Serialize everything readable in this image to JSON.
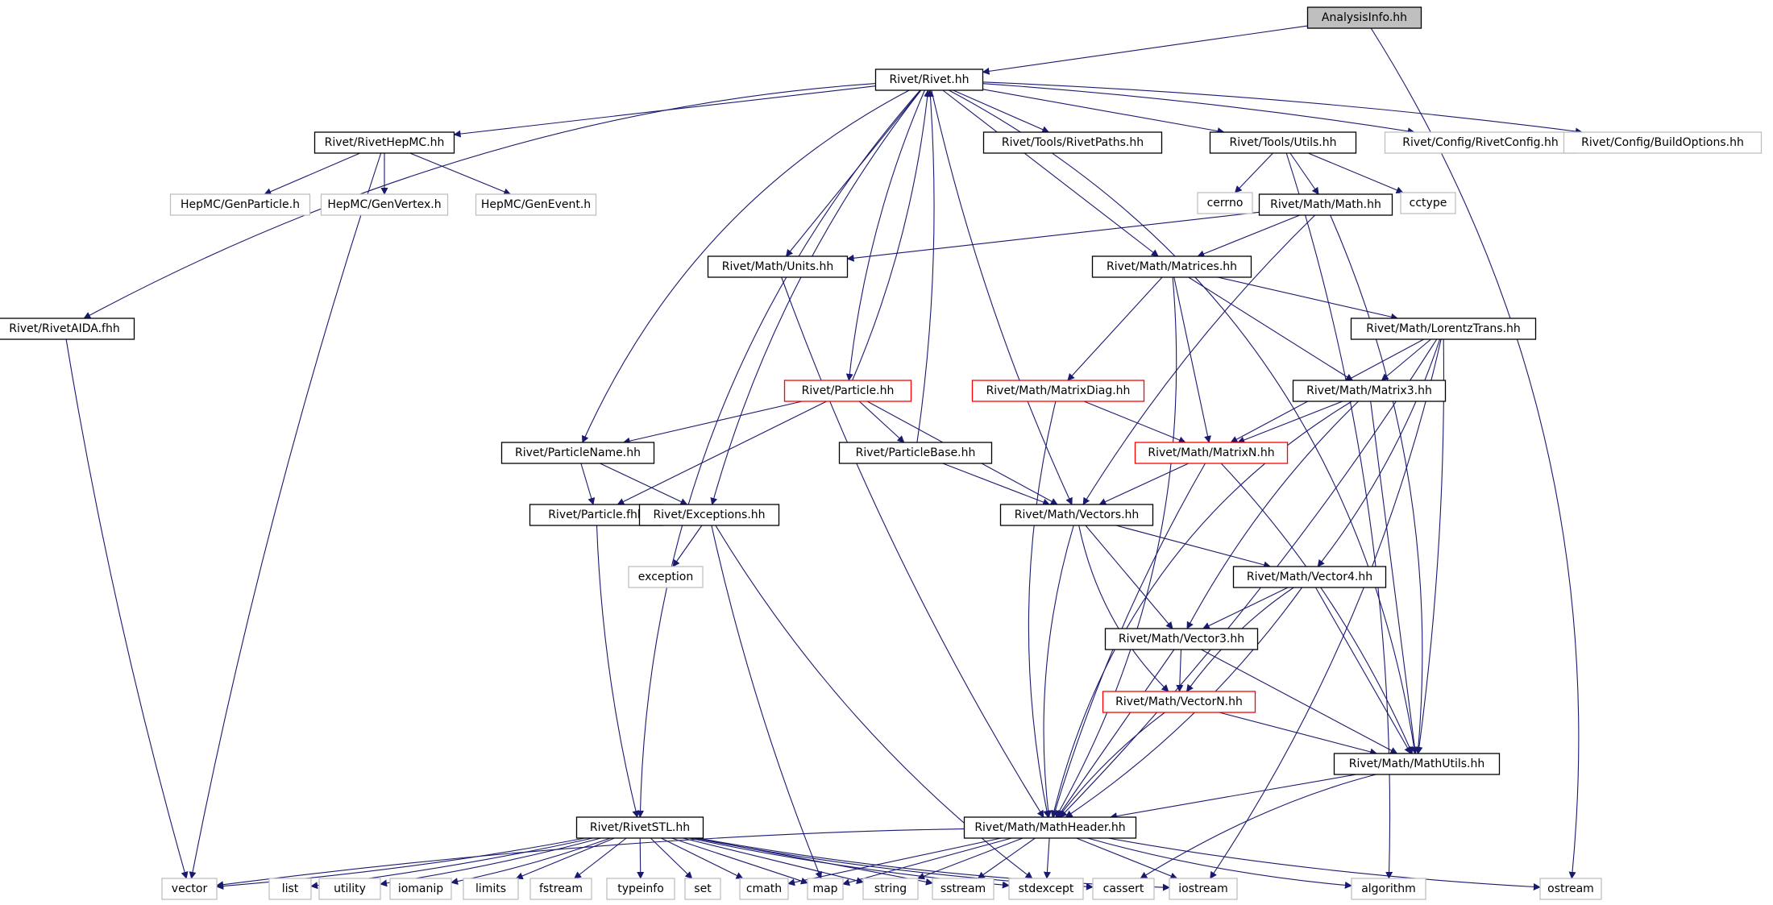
{
  "colors": {
    "edge": "#191970",
    "box_normal": "#000000",
    "box_external": "#bfbfbf",
    "box_incomplete": "#ff0000",
    "root_fill": "#bfbfbf"
  },
  "nodes": [
    {
      "id": "analysisinfo",
      "label": "AnalysisInfo.hh",
      "kind": "root"
    },
    {
      "id": "rivet",
      "label": "Rivet/Rivet.hh",
      "kind": "normal"
    },
    {
      "id": "rivethepmc",
      "label": "Rivet/RivetHepMC.hh",
      "kind": "normal"
    },
    {
      "id": "rivetpaths",
      "label": "Rivet/Tools/RivetPaths.hh",
      "kind": "normal"
    },
    {
      "id": "utils",
      "label": "Rivet/Tools/Utils.hh",
      "kind": "normal"
    },
    {
      "id": "rivetconfig",
      "label": "Rivet/Config/RivetConfig.hh",
      "kind": "external"
    },
    {
      "id": "buildoptions",
      "label": "Rivet/Config/BuildOptions.hh",
      "kind": "external"
    },
    {
      "id": "genparticle",
      "label": "HepMC/GenParticle.h",
      "kind": "external"
    },
    {
      "id": "genvertex",
      "label": "HepMC/GenVertex.h",
      "kind": "external"
    },
    {
      "id": "genevent",
      "label": "HepMC/GenEvent.h",
      "kind": "external"
    },
    {
      "id": "cerrno",
      "label": "cerrno",
      "kind": "external"
    },
    {
      "id": "math",
      "label": "Rivet/Math/Math.hh",
      "kind": "normal"
    },
    {
      "id": "cctype",
      "label": "cctype",
      "kind": "external"
    },
    {
      "id": "units",
      "label": "Rivet/Math/Units.hh",
      "kind": "normal"
    },
    {
      "id": "matrices",
      "label": "Rivet/Math/Matrices.hh",
      "kind": "normal"
    },
    {
      "id": "rivetaida",
      "label": "Rivet/RivetAIDA.fhh",
      "kind": "normal"
    },
    {
      "id": "lorentztrans",
      "label": "Rivet/Math/LorentzTrans.hh",
      "kind": "normal"
    },
    {
      "id": "particle",
      "label": "Rivet/Particle.hh",
      "kind": "incomplete"
    },
    {
      "id": "matrixdiag",
      "label": "Rivet/Math/MatrixDiag.hh",
      "kind": "incomplete"
    },
    {
      "id": "matrix3",
      "label": "Rivet/Math/Matrix3.hh",
      "kind": "normal"
    },
    {
      "id": "particlename",
      "label": "Rivet/ParticleName.hh",
      "kind": "normal"
    },
    {
      "id": "particlebase",
      "label": "Rivet/ParticleBase.hh",
      "kind": "normal"
    },
    {
      "id": "matrixn",
      "label": "Rivet/Math/MatrixN.hh",
      "kind": "incomplete"
    },
    {
      "id": "particlefhh",
      "label": "Rivet/Particle.fhh",
      "kind": "normal"
    },
    {
      "id": "exceptions",
      "label": "Rivet/Exceptions.hh",
      "kind": "normal"
    },
    {
      "id": "vectors",
      "label": "Rivet/Math/Vectors.hh",
      "kind": "normal"
    },
    {
      "id": "exception",
      "label": "exception",
      "kind": "external"
    },
    {
      "id": "vector4",
      "label": "Rivet/Math/Vector4.hh",
      "kind": "normal"
    },
    {
      "id": "vector3",
      "label": "Rivet/Math/Vector3.hh",
      "kind": "normal"
    },
    {
      "id": "vectorn",
      "label": "Rivet/Math/VectorN.hh",
      "kind": "incomplete"
    },
    {
      "id": "mathutils",
      "label": "Rivet/Math/MathUtils.hh",
      "kind": "normal"
    },
    {
      "id": "rivetstl",
      "label": "Rivet/RivetSTL.hh",
      "kind": "normal"
    },
    {
      "id": "mathheader",
      "label": "Rivet/Math/MathHeader.hh",
      "kind": "normal"
    },
    {
      "id": "vector",
      "label": "vector",
      "kind": "external"
    },
    {
      "id": "list",
      "label": "list",
      "kind": "external"
    },
    {
      "id": "utility",
      "label": "utility",
      "kind": "external"
    },
    {
      "id": "iomanip",
      "label": "iomanip",
      "kind": "external"
    },
    {
      "id": "limits",
      "label": "limits",
      "kind": "external"
    },
    {
      "id": "fstream",
      "label": "fstream",
      "kind": "external"
    },
    {
      "id": "typeinfo",
      "label": "typeinfo",
      "kind": "external"
    },
    {
      "id": "set",
      "label": "set",
      "kind": "external"
    },
    {
      "id": "cmath",
      "label": "cmath",
      "kind": "external"
    },
    {
      "id": "map",
      "label": "map",
      "kind": "external"
    },
    {
      "id": "string",
      "label": "string",
      "kind": "external"
    },
    {
      "id": "sstream",
      "label": "sstream",
      "kind": "external"
    },
    {
      "id": "stdexcept",
      "label": "stdexcept",
      "kind": "external"
    },
    {
      "id": "cassert",
      "label": "cassert",
      "kind": "external"
    },
    {
      "id": "iostream",
      "label": "iostream",
      "kind": "external"
    },
    {
      "id": "algorithm",
      "label": "algorithm",
      "kind": "external"
    },
    {
      "id": "ostream",
      "label": "ostream",
      "kind": "external"
    }
  ],
  "edges": [
    [
      "analysisinfo",
      "rivet"
    ],
    [
      "analysisinfo",
      "ostream"
    ],
    [
      "rivet",
      "rivethepmc"
    ],
    [
      "rivet",
      "rivetpaths"
    ],
    [
      "rivet",
      "utils"
    ],
    [
      "rivet",
      "rivetconfig"
    ],
    [
      "rivet",
      "buildoptions"
    ],
    [
      "rivet",
      "rivetaida"
    ],
    [
      "rivet",
      "rivetstl"
    ],
    [
      "rivet",
      "particlename"
    ],
    [
      "rivet",
      "exceptions"
    ],
    [
      "rivet",
      "units"
    ],
    [
      "rivet",
      "particle"
    ],
    [
      "rivet",
      "vectors"
    ],
    [
      "rivet",
      "matrices"
    ],
    [
      "rivet",
      "mathutils"
    ],
    [
      "rivethepmc",
      "genparticle"
    ],
    [
      "rivethepmc",
      "genvertex"
    ],
    [
      "rivethepmc",
      "genevent"
    ],
    [
      "rivethepmc",
      "vector"
    ],
    [
      "utils",
      "cerrno"
    ],
    [
      "utils",
      "math"
    ],
    [
      "utils",
      "cctype"
    ],
    [
      "utils",
      "algorithm"
    ],
    [
      "math",
      "units"
    ],
    [
      "math",
      "matrices"
    ],
    [
      "math",
      "vectors"
    ],
    [
      "math",
      "mathutils"
    ],
    [
      "units",
      "mathheader"
    ],
    [
      "matrices",
      "matrixdiag"
    ],
    [
      "matrices",
      "matrixn"
    ],
    [
      "matrices",
      "matrix3"
    ],
    [
      "matrices",
      "lorentztrans"
    ],
    [
      "matrices",
      "mathheader"
    ],
    [
      "rivetaida",
      "vector"
    ],
    [
      "lorentztrans",
      "matrix3"
    ],
    [
      "lorentztrans",
      "matrixn"
    ],
    [
      "lorentztrans",
      "vector4"
    ],
    [
      "lorentztrans",
      "mathutils"
    ],
    [
      "lorentztrans",
      "mathheader"
    ],
    [
      "lorentztrans",
      "iostream"
    ],
    [
      "particle",
      "rivet"
    ],
    [
      "particle",
      "particlename"
    ],
    [
      "particle",
      "particlebase"
    ],
    [
      "particle",
      "particlefhh"
    ],
    [
      "particle",
      "vectors"
    ],
    [
      "particlebase",
      "rivet"
    ],
    [
      "particlebase",
      "vectors"
    ],
    [
      "matrixdiag",
      "matrixn"
    ],
    [
      "matrixdiag",
      "mathheader"
    ],
    [
      "matrix3",
      "matrixn"
    ],
    [
      "matrix3",
      "vector3"
    ],
    [
      "matrix3",
      "mathutils"
    ],
    [
      "matrix3",
      "mathheader"
    ],
    [
      "particlename",
      "particlefhh"
    ],
    [
      "particlename",
      "exceptions"
    ],
    [
      "matrixn",
      "vectors"
    ],
    [
      "matrixn",
      "mathheader"
    ],
    [
      "matrixn",
      "mathutils"
    ],
    [
      "particlefhh",
      "rivetstl"
    ],
    [
      "exceptions",
      "exception"
    ],
    [
      "exceptions",
      "map"
    ],
    [
      "exceptions",
      "stdexcept"
    ],
    [
      "vectors",
      "vector4"
    ],
    [
      "vectors",
      "vector3"
    ],
    [
      "vectors",
      "vectorn"
    ],
    [
      "vectors",
      "mathheader"
    ],
    [
      "vector4",
      "vector3"
    ],
    [
      "vector4",
      "vectorn"
    ],
    [
      "vector4",
      "mathutils"
    ],
    [
      "vector4",
      "mathheader"
    ],
    [
      "vector3",
      "vectorn"
    ],
    [
      "vector3",
      "mathutils"
    ],
    [
      "vector3",
      "mathheader"
    ],
    [
      "vectorn",
      "mathutils"
    ],
    [
      "vectorn",
      "mathheader"
    ],
    [
      "mathutils",
      "mathheader"
    ],
    [
      "mathutils",
      "cassert"
    ],
    [
      "rivetstl",
      "vector"
    ],
    [
      "rivetstl",
      "list"
    ],
    [
      "rivetstl",
      "utility"
    ],
    [
      "rivetstl",
      "iomanip"
    ],
    [
      "rivetstl",
      "limits"
    ],
    [
      "rivetstl",
      "fstream"
    ],
    [
      "rivetstl",
      "typeinfo"
    ],
    [
      "rivetstl",
      "set"
    ],
    [
      "rivetstl",
      "cmath"
    ],
    [
      "rivetstl",
      "map"
    ],
    [
      "rivetstl",
      "string"
    ],
    [
      "rivetstl",
      "sstream"
    ],
    [
      "rivetstl",
      "stdexcept"
    ],
    [
      "rivetstl",
      "cassert"
    ],
    [
      "rivetstl",
      "iostream"
    ],
    [
      "mathheader",
      "vector"
    ],
    [
      "mathheader",
      "cmath"
    ],
    [
      "mathheader",
      "map"
    ],
    [
      "mathheader",
      "string"
    ],
    [
      "mathheader",
      "sstream"
    ],
    [
      "mathheader",
      "stdexcept"
    ],
    [
      "mathheader",
      "iostream"
    ],
    [
      "mathheader",
      "algorithm"
    ],
    [
      "mathheader",
      "ostream"
    ]
  ]
}
